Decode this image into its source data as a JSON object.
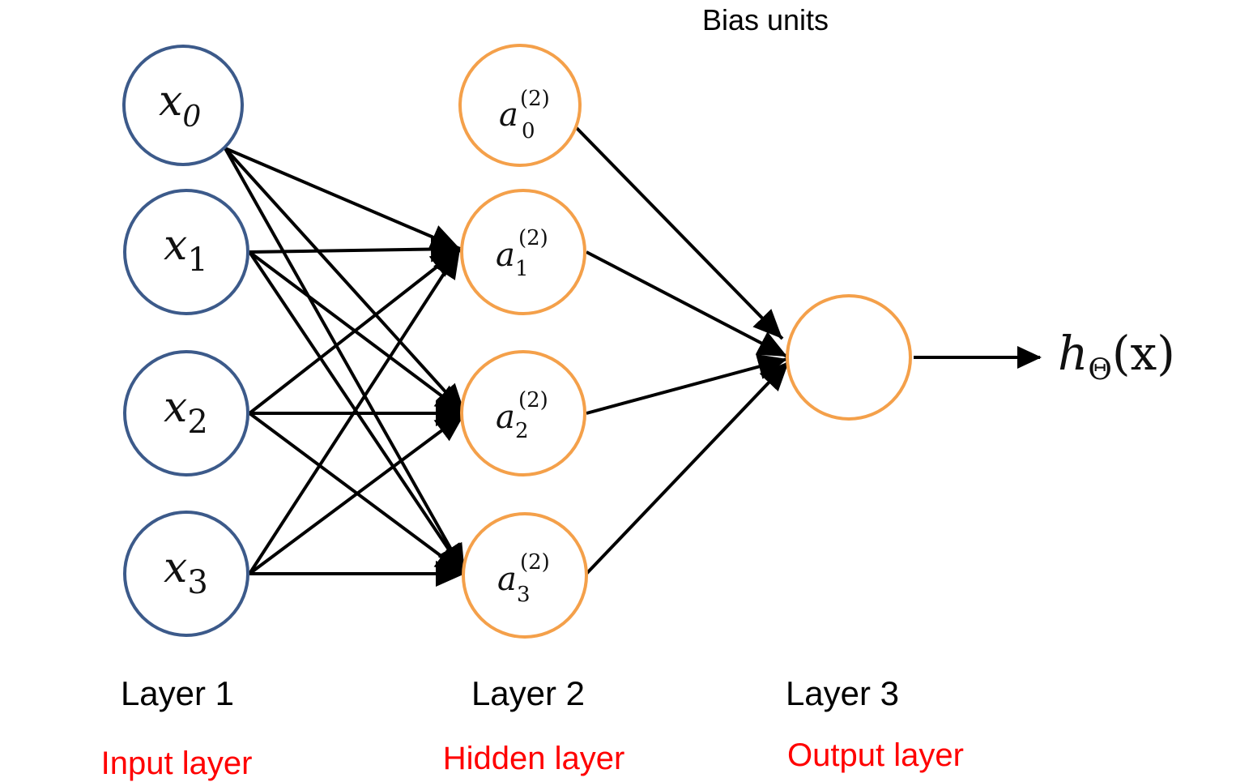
{
  "title": "Bias units",
  "colors": {
    "input_node": "#3c5a8a",
    "hidden_node": "#f4a04a",
    "edge": "#000000",
    "role_label": "#ff0000"
  },
  "input_nodes": [
    {
      "base": "x",
      "sub": "0"
    },
    {
      "base": "x",
      "sub": "1"
    },
    {
      "base": "x",
      "sub": "2"
    },
    {
      "base": "x",
      "sub": "3"
    }
  ],
  "hidden_nodes": [
    {
      "base": "a",
      "sub": "0",
      "sup": "(2)"
    },
    {
      "base": "a",
      "sub": "1",
      "sup": "(2)"
    },
    {
      "base": "a",
      "sub": "2",
      "sup": "(2)"
    },
    {
      "base": "a",
      "sub": "3",
      "sup": "(2)"
    }
  ],
  "output": {
    "h": "h",
    "theta": "Θ",
    "arg": "(x)"
  },
  "layers": [
    {
      "name": "Layer 1",
      "role": "Input layer"
    },
    {
      "name": "Layer 2",
      "role": "Hidden layer"
    },
    {
      "name": "Layer 3",
      "role": "Output layer"
    }
  ]
}
